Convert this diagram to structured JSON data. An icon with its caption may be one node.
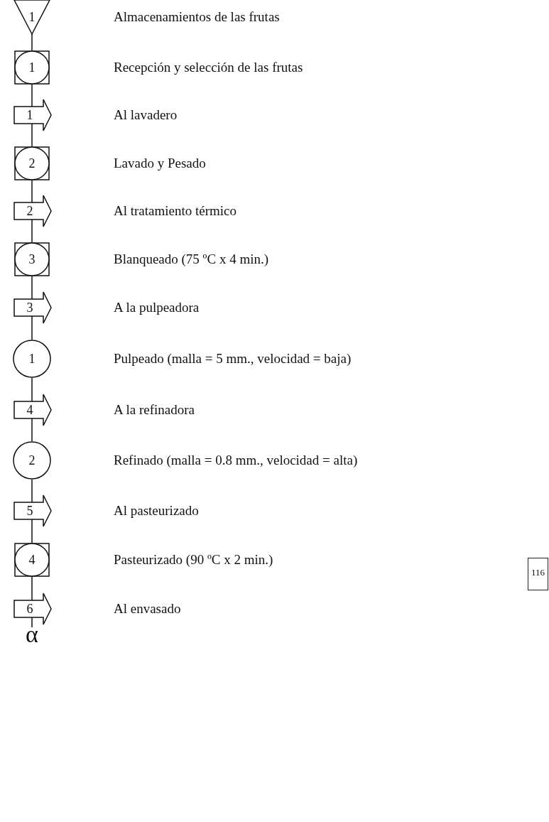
{
  "diagram": {
    "nodes": [
      {
        "text": [
          "1"
        ]
      },
      {
        "text": [
          "1"
        ]
      },
      {
        "text": [
          "1"
        ]
      },
      {
        "text": [
          "2"
        ]
      },
      {
        "text": [
          "2"
        ]
      },
      {
        "text": [
          "3"
        ]
      },
      {
        "text": [
          "3"
        ]
      },
      {
        "text": [
          "1"
        ]
      },
      {
        "text": [
          "4"
        ]
      },
      {
        "text": [
          "2"
        ]
      },
      {
        "text": [
          "5"
        ]
      },
      {
        "text": [
          "4"
        ]
      },
      {
        "text": [
          "6"
        ]
      },
      {
        "text": [
          "α"
        ]
      }
    ],
    "edges": [
      {
        "from": 0,
        "to": 1,
        "arrow": "none"
      },
      {
        "from": 1,
        "to": 2,
        "arrow": "none"
      },
      {
        "from": 2,
        "to": 3,
        "arrow": "none"
      },
      {
        "from": 3,
        "to": 4,
        "arrow": "none"
      },
      {
        "from": 4,
        "to": 5,
        "arrow": "none"
      },
      {
        "from": 5,
        "to": 6,
        "arrow": "none"
      },
      {
        "from": 6,
        "to": 7,
        "arrow": "none"
      },
      {
        "from": 7,
        "to": 8,
        "arrow": "none"
      },
      {
        "from": 8,
        "to": 9,
        "arrow": "none"
      },
      {
        "from": 9,
        "to": 10,
        "arrow": "none"
      },
      {
        "from": 10,
        "to": 11,
        "arrow": "none"
      },
      {
        "from": 11,
        "to": 12,
        "arrow": "none"
      },
      {
        "from": 12,
        "to": 13,
        "arrow": "none"
      }
    ],
    "labels": [
      "Almacenamientos de las frutas",
      "Recepción y selección de las frutas",
      "Al lavadero",
      "Lavado y Pesado",
      "Al tratamiento térmico",
      "Blanqueado (75 ºC x 4 min.)",
      "A la pulpeadora",
      "Pulpeado (malla = 5 mm., velocidad = baja)",
      "A la refinadora",
      "Refinado (malla = 0.8 mm., velocidad = alta)",
      "Al pasteurizado",
      "Pasteurizado (90 ºC x 2 min.)",
      "Al envasado",
      "116"
    ]
  }
}
